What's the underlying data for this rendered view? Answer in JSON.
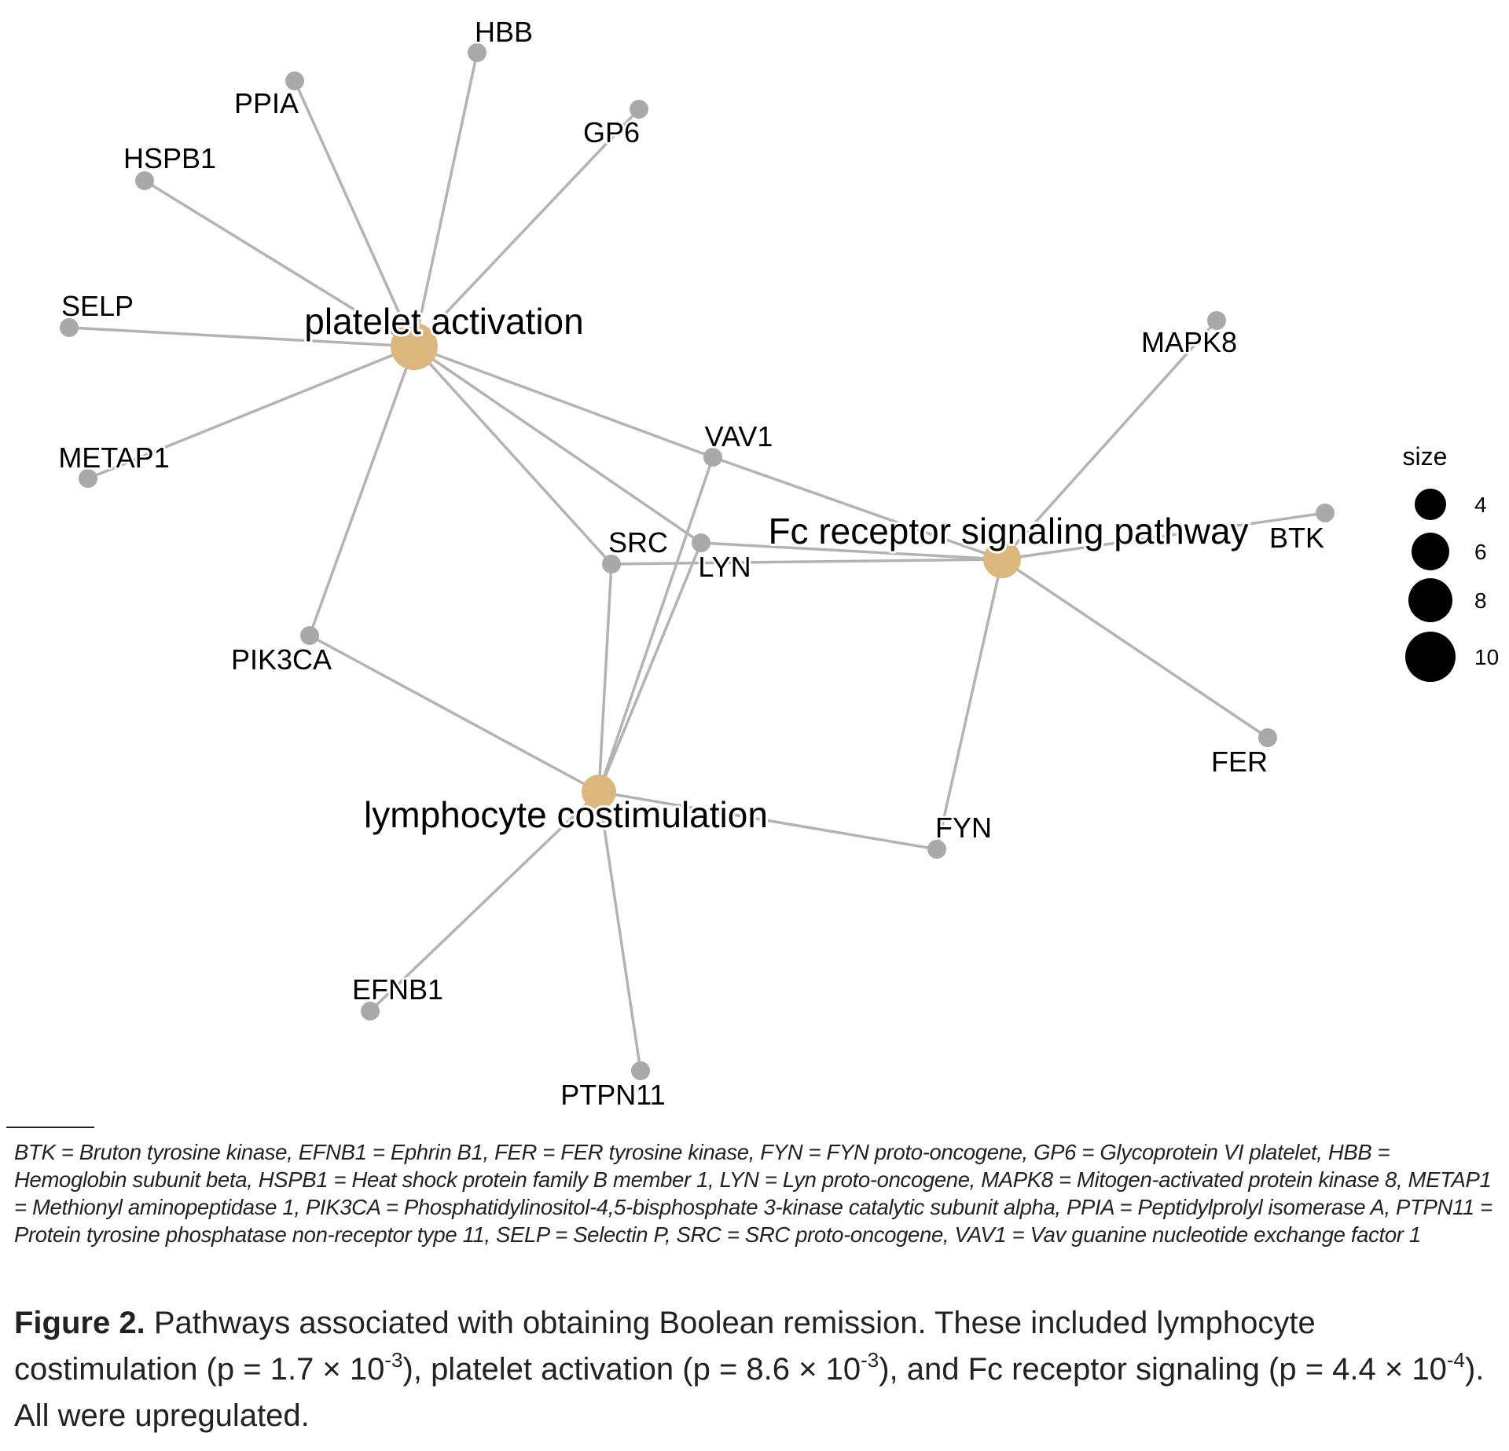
{
  "chart_data": {
    "type": "network",
    "title": "",
    "hubs": [
      {
        "id": "platelet",
        "label": "platelet activation",
        "size": 10
      },
      {
        "id": "fc",
        "label": "Fc receptor signaling pathway",
        "size": 7
      },
      {
        "id": "lympho",
        "label": "lymphocyte costimulation",
        "size": 6
      }
    ],
    "genes": [
      "HBB",
      "PPIA",
      "GP6",
      "HSPB1",
      "SELP",
      "METAP1",
      "VAV1",
      "SRC",
      "LYN",
      "PIK3CA",
      "MAPK8",
      "BTK",
      "FER",
      "FYN",
      "EFNB1",
      "PTPN11"
    ],
    "edges": [
      [
        "platelet",
        "HBB"
      ],
      [
        "platelet",
        "PPIA"
      ],
      [
        "platelet",
        "GP6"
      ],
      [
        "platelet",
        "HSPB1"
      ],
      [
        "platelet",
        "SELP"
      ],
      [
        "platelet",
        "METAP1"
      ],
      [
        "platelet",
        "VAV1"
      ],
      [
        "platelet",
        "SRC"
      ],
      [
        "platelet",
        "LYN"
      ],
      [
        "platelet",
        "PIK3CA"
      ],
      [
        "fc",
        "VAV1"
      ],
      [
        "fc",
        "LYN"
      ],
      [
        "fc",
        "SRC"
      ],
      [
        "fc",
        "MAPK8"
      ],
      [
        "fc",
        "BTK"
      ],
      [
        "fc",
        "FER"
      ],
      [
        "fc",
        "FYN"
      ],
      [
        "lympho",
        "PIK3CA"
      ],
      [
        "lympho",
        "VAV1"
      ],
      [
        "lympho",
        "SRC"
      ],
      [
        "lympho",
        "LYN"
      ],
      [
        "lympho",
        "FYN"
      ],
      [
        "lympho",
        "EFNB1"
      ],
      [
        "lympho",
        "PTPN11"
      ]
    ],
    "legend": {
      "title": "size",
      "entries": [
        4,
        6,
        8,
        10
      ],
      "placement": "right"
    },
    "colors": {
      "hub": "#dcb77d",
      "gene": "#a9a9a9",
      "edge": "#b3b3b3"
    }
  },
  "footnote": "BTK = Bruton tyrosine kinase, EFNB1 = Ephrin B1, FER = FER tyrosine kinase, FYN = FYN proto-oncogene, GP6 = Glycoprotein VI platelet, HBB = Hemoglobin subunit beta, HSPB1 = Heat shock protein family B member 1, LYN = Lyn proto-oncogene, MAPK8 = Mitogen-activated protein kinase 8, METAP1 = Methionyl aminopeptidase 1, PIK3CA = Phosphatidylinositol-4,5-bisphosphate 3-kinase catalytic subunit alpha, PPIA = Peptidylprolyl isomerase A, PTPN11 = Protein tyrosine phosphatase non-receptor type 11, SELP = Selectin P, SRC = SRC proto-oncogene, VAV1 = Vav guanine nucleotide exchange factor 1",
  "caption": {
    "label": "Figure 2.",
    "text_1": " Pathways associated with obtaining Boolean remission. These included lymphocyte costimulation (p = 1.7 × 10",
    "exp_1": "-3",
    "text_2": "), platelet activation (p = 8.6 × 10",
    "exp_2": "-3",
    "text_3": "), and Fc receptor signaling (p = 4.4 × 10",
    "exp_3": "-4",
    "text_4": "). All were upregulated."
  }
}
